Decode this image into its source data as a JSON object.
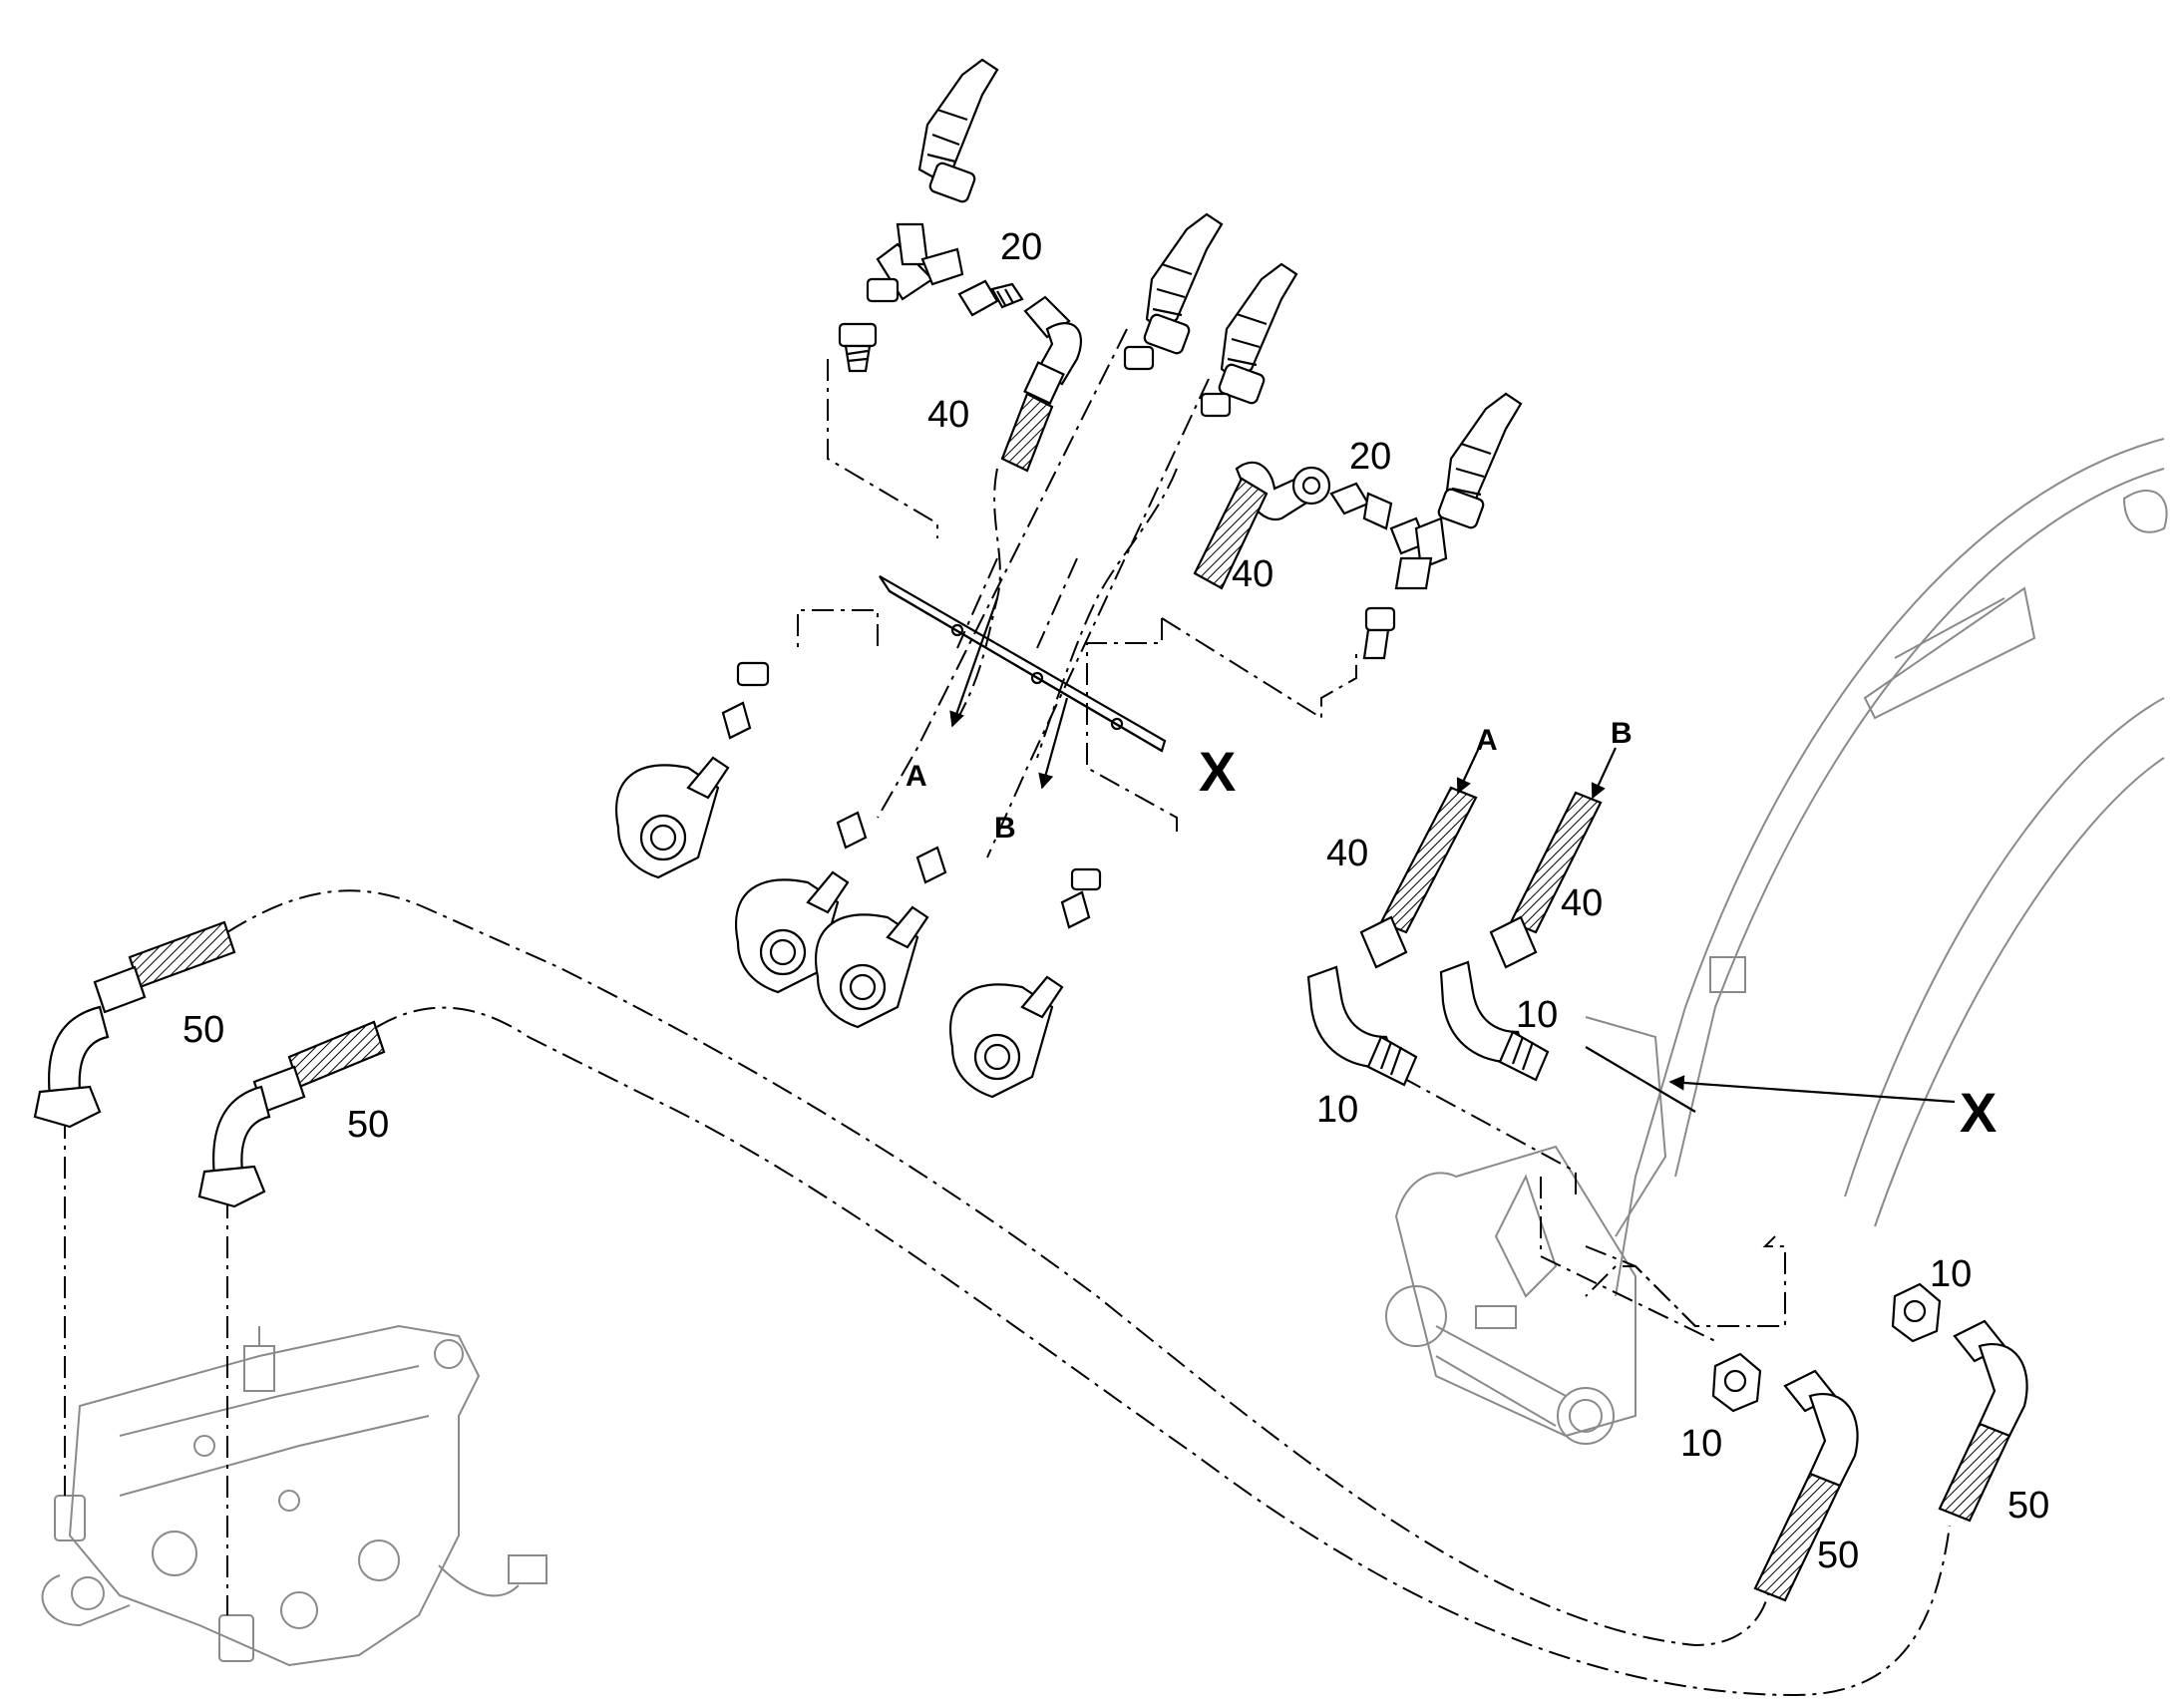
{
  "colors": {
    "line": "#000000",
    "faint": "#8a8a8a",
    "background": "#ffffff"
  },
  "callouts": {
    "c20a": "20",
    "c40a": "40",
    "c20b": "20",
    "c40b": "40",
    "cA1": "A",
    "cB1": "B",
    "cX1": "X",
    "cA2": "A",
    "cB2": "B",
    "c40c": "40",
    "c40d": "40",
    "c10a": "10",
    "c10b": "10",
    "cX2": "X",
    "c50a": "50",
    "c50b": "50",
    "c10c": "10",
    "c10d": "10",
    "c50c": "50",
    "c50d": "50"
  }
}
